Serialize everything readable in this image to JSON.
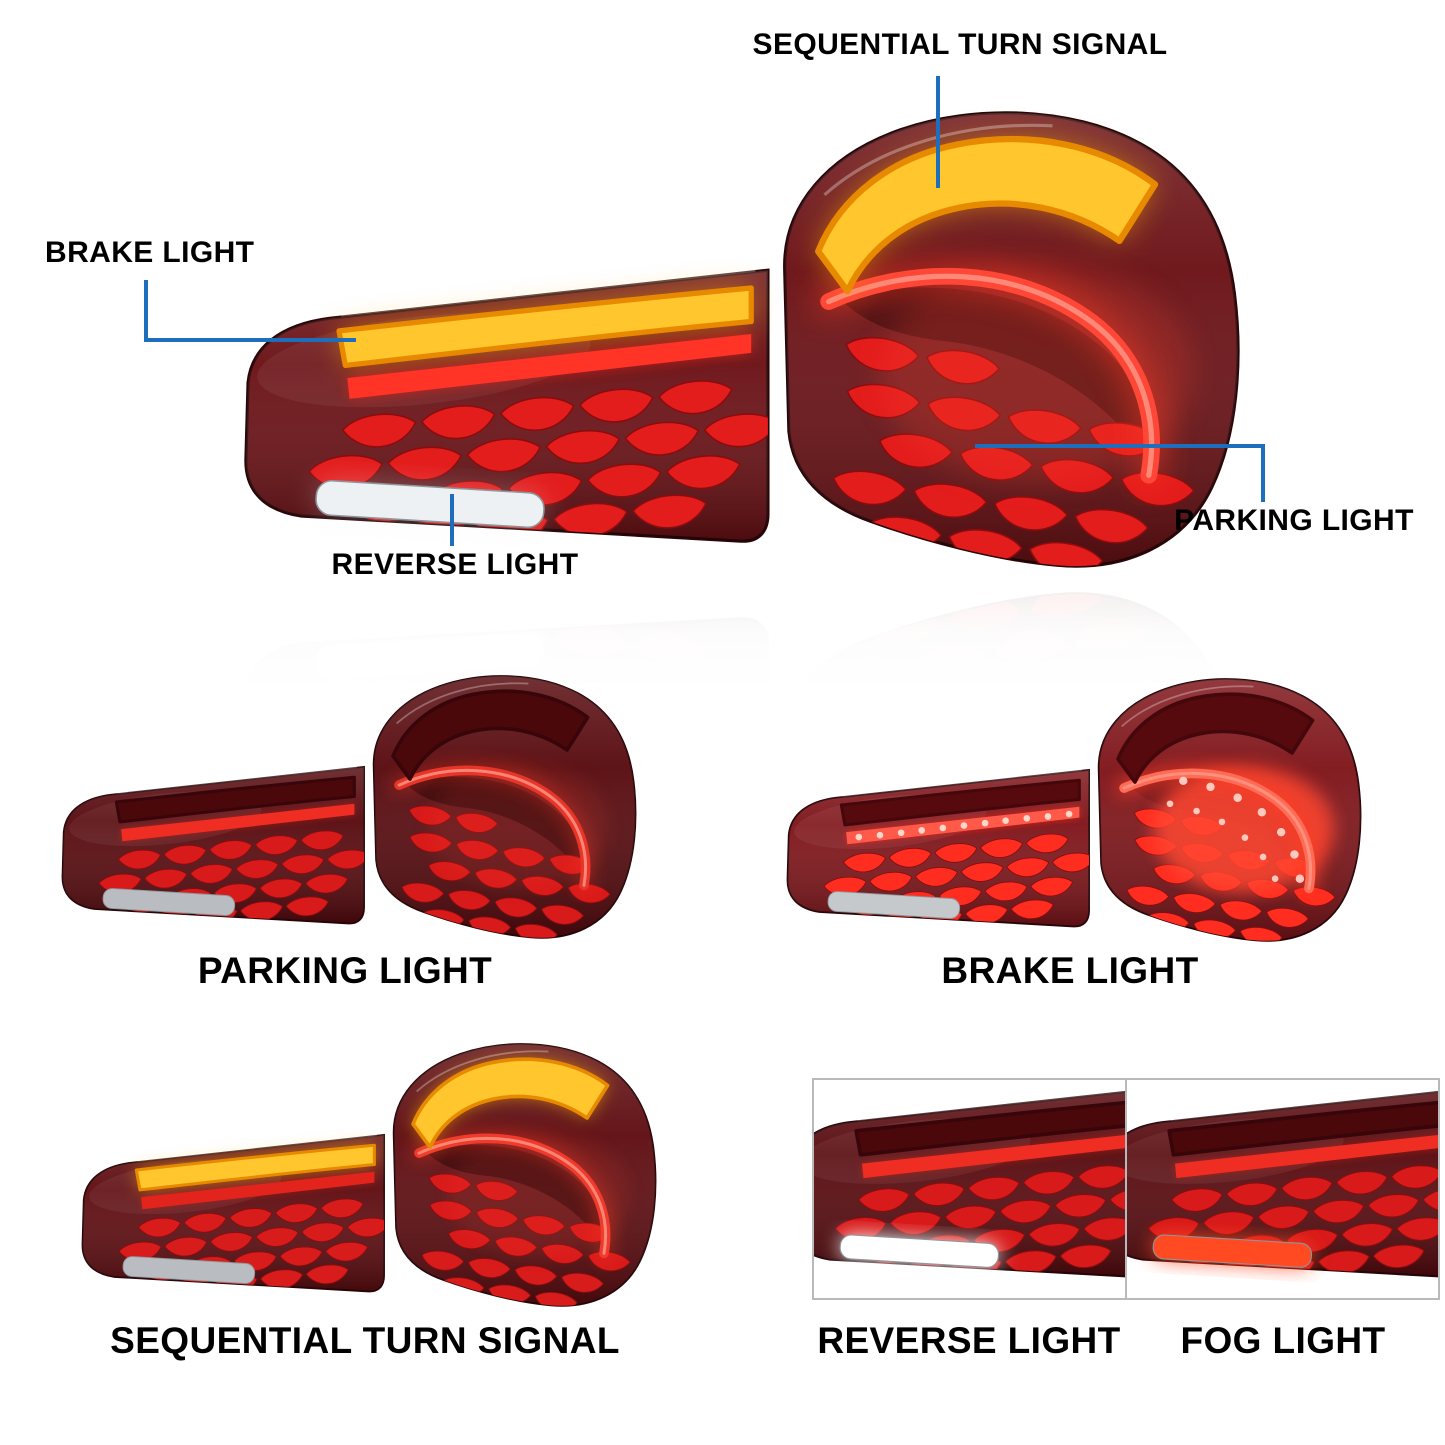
{
  "callouts": {
    "sequential_turn_signal": "SEQUENTIAL TURN SIGNAL",
    "brake_light": "BRAKE LIGHT",
    "reverse_light": "REVERSE LIGHT",
    "parking_light": "PARKING LIGHT"
  },
  "captions": {
    "parking_light": "PARKING LIGHT",
    "brake_light": "BRAKE LIGHT",
    "sequential_turn_signal": "SEQUENTIAL TURN SIGNAL",
    "reverse_light": "REVERSE LIGHT",
    "fog_light": "FOG LIGHT"
  },
  "colors": {
    "background": "#ffffff",
    "text": "#000000",
    "callout_line": "#1d6fbe",
    "amber_signal": "#ffc62e",
    "brake_red": "#e31c1c",
    "lens_red": "#570a0e",
    "reverse_white": "#eef1f3",
    "panel_border": "#b9b9b9"
  }
}
